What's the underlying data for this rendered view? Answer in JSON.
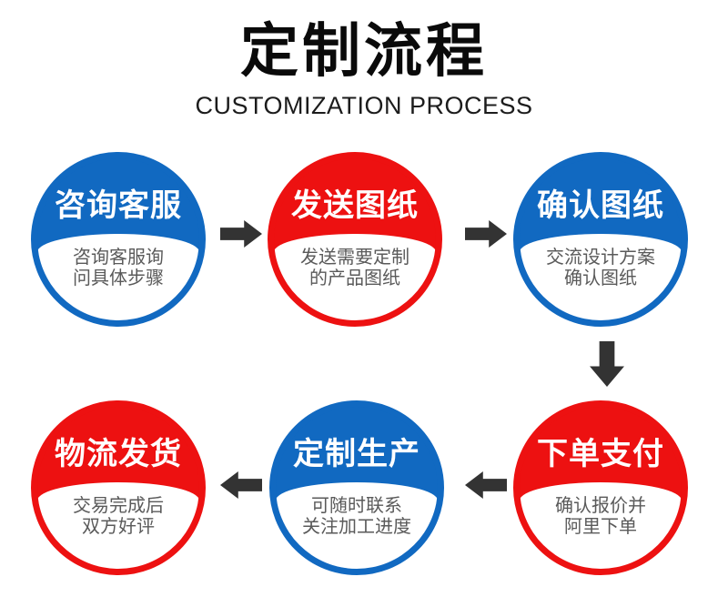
{
  "page": {
    "background": "#ffffff"
  },
  "header": {
    "title": "定制流程",
    "subtitle": "CUSTOMIZATION PROCESS"
  },
  "colors": {
    "blue": "#1169c1",
    "red": "#ed1111",
    "arrow": "#333333",
    "step_title_text": "#ffffff",
    "step_desc_text": "#5a5a5a"
  },
  "steps": [
    {
      "index": 1,
      "color": "blue",
      "title": "咨询客服",
      "desc1": "咨询客服询",
      "desc2": "问具体步骤"
    },
    {
      "index": 2,
      "color": "red",
      "title": "发送图纸",
      "desc1": "发送需要定制",
      "desc2": "的产品图纸"
    },
    {
      "index": 3,
      "color": "blue",
      "title": "确认图纸",
      "desc1": "交流设计方案",
      "desc2": "确认图纸"
    },
    {
      "index": 4,
      "color": "red",
      "title": "下单支付",
      "desc1": "确认报价并",
      "desc2": "阿里下单"
    },
    {
      "index": 5,
      "color": "blue",
      "title": "定制生产",
      "desc1": "可随时联系",
      "desc2": "关注加工进度"
    },
    {
      "index": 6,
      "color": "red",
      "title": "物流发货",
      "desc1": "交易完成后",
      "desc2": "双方好评"
    }
  ],
  "flow": {
    "direction": "row1 left-to-right, down on right, row2 right-to-left",
    "arrows": [
      "right",
      "right",
      "down",
      "left",
      "left"
    ]
  }
}
